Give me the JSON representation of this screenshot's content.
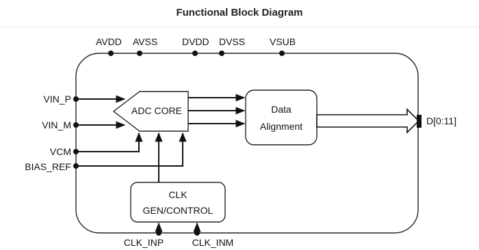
{
  "title": "Functional Block Diagram",
  "blocks": {
    "adc_core": "ADC CORE",
    "data_align_line1": "Data",
    "data_align_line2": "Alignment",
    "clk_line1": "CLK",
    "clk_line2": "GEN/CONTROL"
  },
  "pins": {
    "top": [
      "AVDD",
      "AVSS",
      "DVDD",
      "DVSS",
      "VSUB"
    ],
    "left": [
      "VIN_P",
      "VIN_M",
      "VCM",
      "BIAS_REF"
    ],
    "bottom": [
      "CLK_INP",
      "CLK_INM"
    ],
    "right": "D[0:11]"
  }
}
